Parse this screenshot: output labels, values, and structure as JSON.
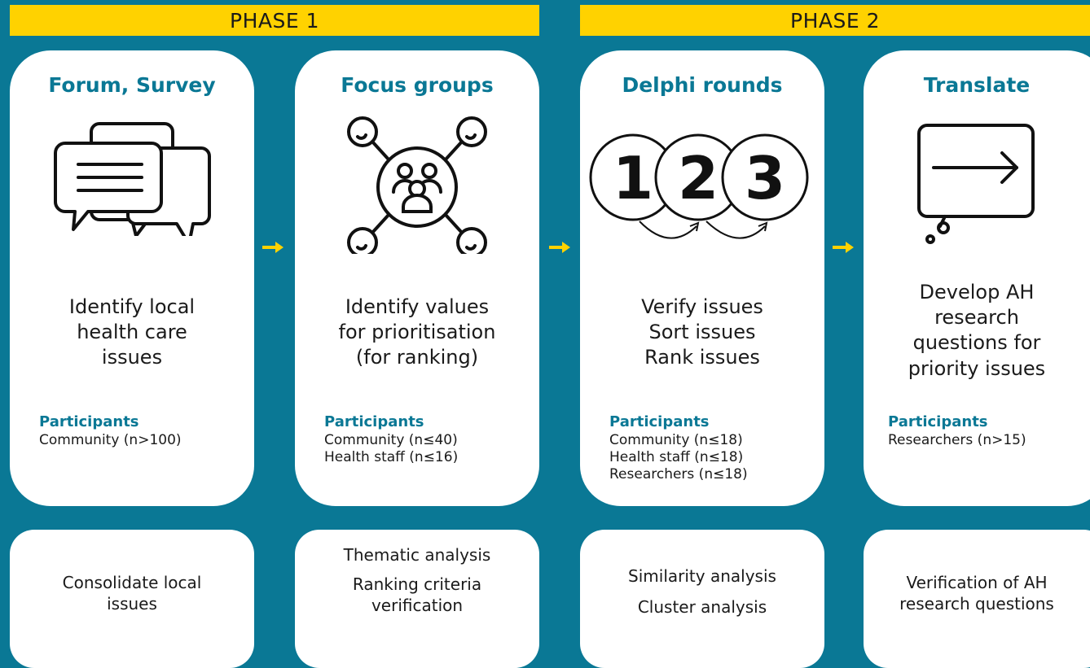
{
  "phases": [
    {
      "label": "PHASE 1"
    },
    {
      "label": "PHASE 2"
    }
  ],
  "colors": {
    "background": "#0a7895",
    "phase_bar": "#ffd200",
    "accent": "#0a7895",
    "arrow": "#ffd200"
  },
  "steps": [
    {
      "title": "Forum, Survey",
      "icon": "chat-bubbles-icon",
      "description": [
        "Identify local",
        "health care",
        "issues"
      ],
      "participants_label": "Participants",
      "participants": [
        "Community (n>100)"
      ],
      "analysis": [
        "Consolidate local",
        "issues"
      ]
    },
    {
      "title": "Focus groups",
      "icon": "network-group-icon",
      "description": [
        "Identify values",
        "for prioritisation",
        "(for ranking)"
      ],
      "participants_label": "Participants",
      "participants": [
        "Community (n≤40)",
        "Health staff (n≤16)"
      ],
      "analysis": [
        "Thematic analysis",
        "Ranking criteria",
        "verification"
      ]
    },
    {
      "title": "Delphi rounds",
      "icon": "rounds-123-icon",
      "description": [
        "Verify issues",
        "Sort issues",
        "Rank issues"
      ],
      "participants_label": "Participants",
      "participants": [
        "Community (n≤18)",
        "Health staff (n≤18)",
        "Researchers (n≤18)"
      ],
      "analysis": [
        "Similarity analysis",
        "Cluster analysis"
      ]
    },
    {
      "title": "Translate",
      "icon": "thought-arrow-icon",
      "description": [
        "Develop AH",
        "research",
        "questions for",
        "priority issues"
      ],
      "participants_label": "Participants",
      "participants": [
        "Researchers (n>15)"
      ],
      "analysis": [
        "Verification of AH",
        "research questions"
      ]
    }
  ],
  "round_numbers": [
    "1",
    "2",
    "3"
  ]
}
